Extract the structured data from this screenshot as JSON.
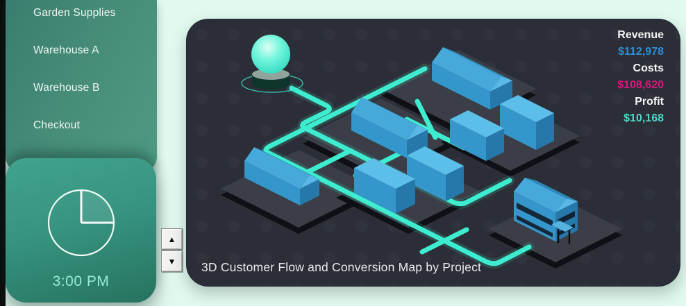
{
  "colors": {
    "background": "#e2f9ef",
    "sidebar_teal": "#46957e",
    "panel_background": "#2b2e36",
    "pipe_cyan": "#3eeccf",
    "building_blue": "#3a9ed2",
    "time_text": "#96ebd2",
    "revenue_value": "#2e8fd5",
    "costs_value": "#d6187f",
    "profit_value": "#4fd8c8"
  },
  "sidebar": {
    "items": [
      {
        "label": "Garden Supplies"
      },
      {
        "label": "Warehouse A"
      },
      {
        "label": "Warehouse B"
      },
      {
        "label": "Checkout"
      }
    ]
  },
  "clock_card": {
    "time": "3:00 PM"
  },
  "spinner": {
    "up_glyph": "▲",
    "down_glyph": "▼"
  },
  "panel": {
    "title": "3D Customer Flow and Conversion Map by Project",
    "stats": [
      {
        "label": "Revenue",
        "value": "$112,978",
        "color": "#2e8fd5"
      },
      {
        "label": "Costs",
        "value": "$108,620",
        "color": "#d6187f"
      },
      {
        "label": "Profit",
        "value": "$10,168",
        "color": "#4fd8c8"
      }
    ]
  }
}
